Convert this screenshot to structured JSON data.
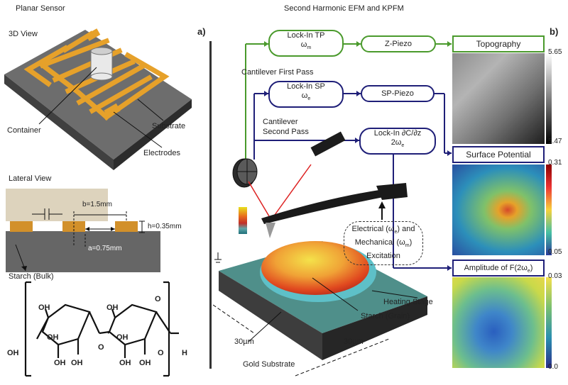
{
  "left": {
    "section_title": "Planar Sensor",
    "view3d_label": "3D View",
    "container_label": "Container",
    "substrate_label": "Substrate",
    "electrodes_label": "Electrodes",
    "lateral_label": "Lateral View",
    "b_dim": "b=1.5mm",
    "h_dim": "h=0.35mm",
    "a_dim": "a=0.75mm",
    "starch_bulk_label": "Starch (Bulk)",
    "molecule": {
      "oh": "OH",
      "o": "O",
      "h": "H"
    }
  },
  "middle": {
    "section_title": "Second Harmonic EFM and KPFM",
    "panel_a": "a)",
    "lockin_tp": "Lock-In TP",
    "omega_m": "ω",
    "omega_m_sub": "m",
    "zpiezo": "Z-Piezo",
    "first_pass": "Cantilever First Pass",
    "lockin_sp": "Lock-In SP",
    "omega_e": "ω",
    "omega_e_sub": "e",
    "sppiezo": "SP-Piezo",
    "second_pass_1": "Cantilever",
    "second_pass_2": "Second Pass",
    "lockin_dcdz": "Lock-In ∂C/∂z",
    "two_omega": "2ω",
    "two_omega_sub": "e",
    "excitation_1": "Electrical (ω",
    "excitation_1_sub": "e",
    "excitation_1_end": ") and",
    "excitation_2": "Mechanical (ω",
    "excitation_2_sub": "m",
    "excitation_2_end": ")",
    "excitation_3": "Excitation",
    "heating_stage": "Heating Stage",
    "starch_grain": "Starch (Grain)",
    "dim_30_left": "30µm",
    "dim_30_right": "30µm",
    "gold_substrate": "Gold Substrate"
  },
  "right": {
    "panel_b": "b)",
    "topography": "Topography",
    "topo_max": "5.65",
    "topo_min": "5.47",
    "surface_potential": "Surface Potential",
    "sp_max": "0.31",
    "sp_min": "0.05",
    "amplitude": "Amplitude of F(2ω",
    "amplitude_sub": "e",
    "amplitude_end": ")",
    "amp_max": "0.03",
    "amp_min": "0.0"
  },
  "colors": {
    "green": "#4a9a2c",
    "navy": "#1f1f78",
    "gold": "#e6a12a",
    "substrate": "#555555"
  }
}
